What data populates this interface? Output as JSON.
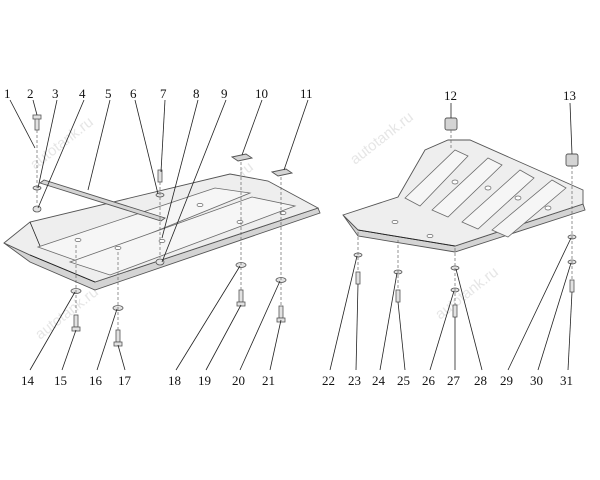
{
  "watermark": "autotank.ru",
  "callouts": [
    "1",
    "2",
    "3",
    "4",
    "5",
    "6",
    "7",
    "8",
    "9",
    "10",
    "11",
    "12",
    "13",
    "14",
    "15",
    "16",
    "17",
    "18",
    "19",
    "20",
    "21",
    "22",
    "23",
    "24",
    "25",
    "26",
    "27",
    "28",
    "29",
    "30",
    "31"
  ],
  "colors": {
    "line": "#222222",
    "plate_fill": "#eeeeee",
    "plate_shade": "#d4d4d4",
    "watermark": "#e6e6e6"
  }
}
